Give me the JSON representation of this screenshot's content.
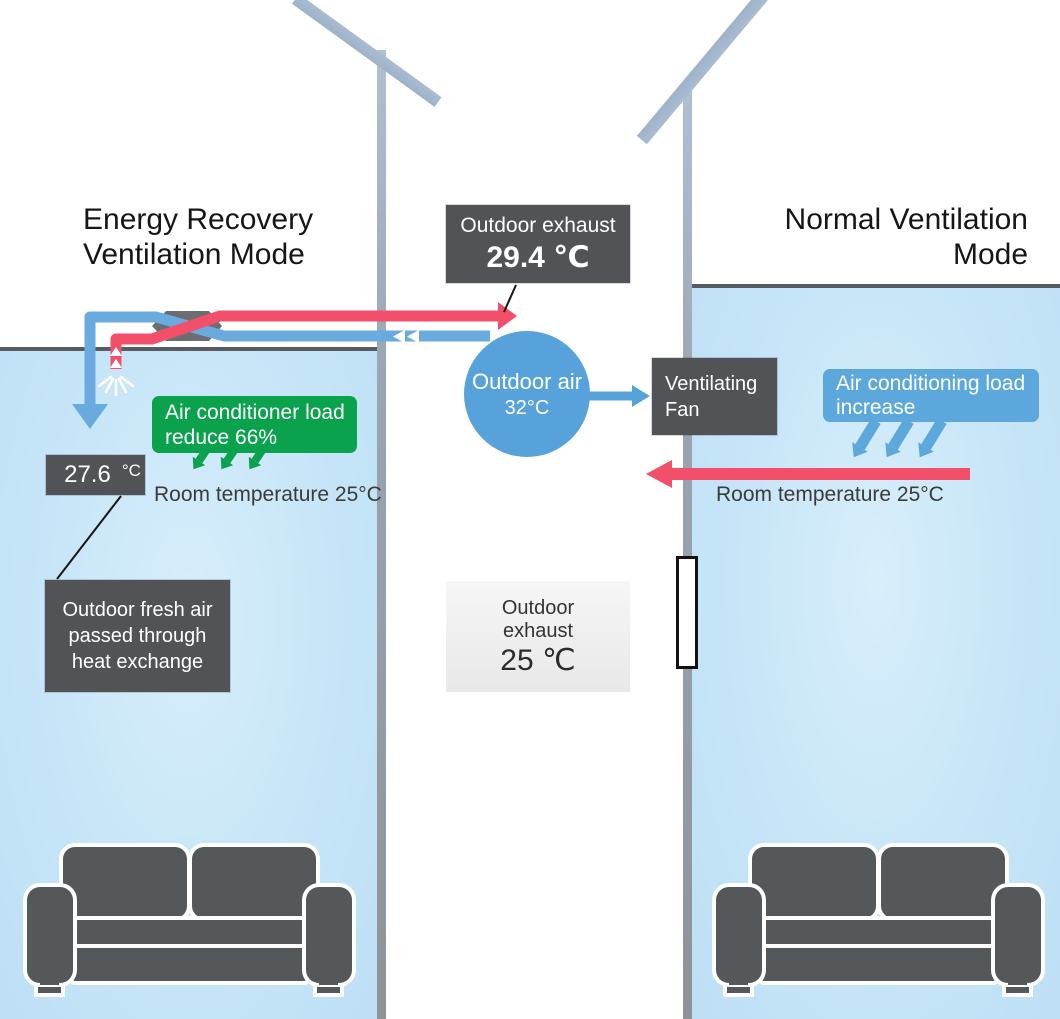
{
  "colors": {
    "red": "#f2506a",
    "pipe": "#6aabdf",
    "circle": "#58a2db",
    "bluebox": "#5ca8dd",
    "green": "#0aa24d",
    "dark": "#515356",
    "roof": "#9db2c9",
    "ceiling": "#585c60",
    "title": "#161616",
    "text": "#3b3b3b",
    "sofa": "#54585a"
  },
  "left": {
    "title1": "Energy Recovery",
    "title2": "Ventilation Mode",
    "load_box1": "Air conditioner load",
    "load_box2": "reduce 66%",
    "temp_value": "27.6",
    "temp_unit": "°C",
    "room_temp": "Room temperature 25°C",
    "exchange_box1": "Outdoor fresh air",
    "exchange_box2": "passed through",
    "exchange_box3": "heat exchange"
  },
  "center": {
    "exhaust_top_label": "Outdoor exhaust",
    "exhaust_top_value": "29.4 ℃",
    "outdoor_air_label": "Outdoor air",
    "outdoor_air_value": "32°C",
    "fan1": "Ventilating",
    "fan2": "Fan",
    "exhaust_bottom1": "Outdoor",
    "exhaust_bottom2": "exhaust",
    "exhaust_bottom_value": "25 ℃"
  },
  "right": {
    "title1": "Normal Ventilation",
    "title2": "Mode",
    "load_box1": "Air conditioning load",
    "load_box2": "increase",
    "room_temp": "Room temperature 25°C"
  }
}
